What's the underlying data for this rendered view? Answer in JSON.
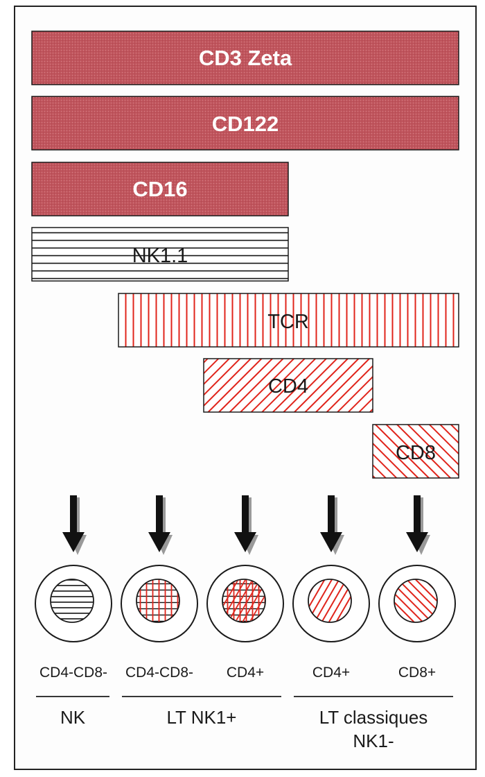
{
  "colors": {
    "solid_fill": "#c0555d",
    "hatch_red": "#e0241b",
    "hatch_black": "#111111",
    "arrow": "#111111",
    "arrow_shadow": "#9a9a9a"
  },
  "markers": [
    {
      "label": "CD3 Zeta",
      "pattern": "solid",
      "present_in": [
        "NK",
        "LT NK1+ CD4-CD8-",
        "LT NK1+ CD4+",
        "LT classiques CD4+",
        "LT classiques CD8+"
      ]
    },
    {
      "label": "CD122",
      "pattern": "solid",
      "present_in": [
        "NK",
        "LT NK1+ CD4-CD8-",
        "LT NK1+ CD4+",
        "LT classiques CD4+",
        "LT classiques CD8+"
      ]
    },
    {
      "label": "CD16",
      "pattern": "solid",
      "present_in": [
        "NK",
        "LT NK1+ CD4-CD8-",
        "LT NK1+ CD4+"
      ]
    },
    {
      "label": "NK1.1",
      "pattern": "horizontal-black",
      "present_in": [
        "NK",
        "LT NK1+ CD4-CD8-",
        "LT NK1+ CD4+"
      ]
    },
    {
      "label": "TCR",
      "pattern": "vertical-red",
      "present_in": [
        "LT NK1+ CD4-CD8-",
        "LT NK1+ CD4+",
        "LT classiques CD4+",
        "LT classiques CD8+"
      ]
    },
    {
      "label": "CD4",
      "pattern": "diagonal-red",
      "present_in": [
        "LT NK1+ CD4+",
        "LT classiques CD4+"
      ]
    },
    {
      "label": "CD8",
      "pattern": "antidiagonal-red",
      "present_in": [
        "LT classiques CD8+"
      ]
    }
  ],
  "cells": [
    {
      "label": "CD4-CD8-",
      "pattern": "horizontal"
    },
    {
      "label": "CD4-CD8-",
      "pattern": "grid"
    },
    {
      "label": "CD4+",
      "pattern": "grid-diagonal"
    },
    {
      "label": "CD4+",
      "pattern": "diagonal"
    },
    {
      "label": "CD8+",
      "pattern": "antidiagonal"
    }
  ],
  "groups": [
    {
      "line1": "NK",
      "line2": ""
    },
    {
      "line1": "LT NK1+",
      "line2": ""
    },
    {
      "line1": "LT classiques",
      "line2": "NK1-"
    }
  ]
}
